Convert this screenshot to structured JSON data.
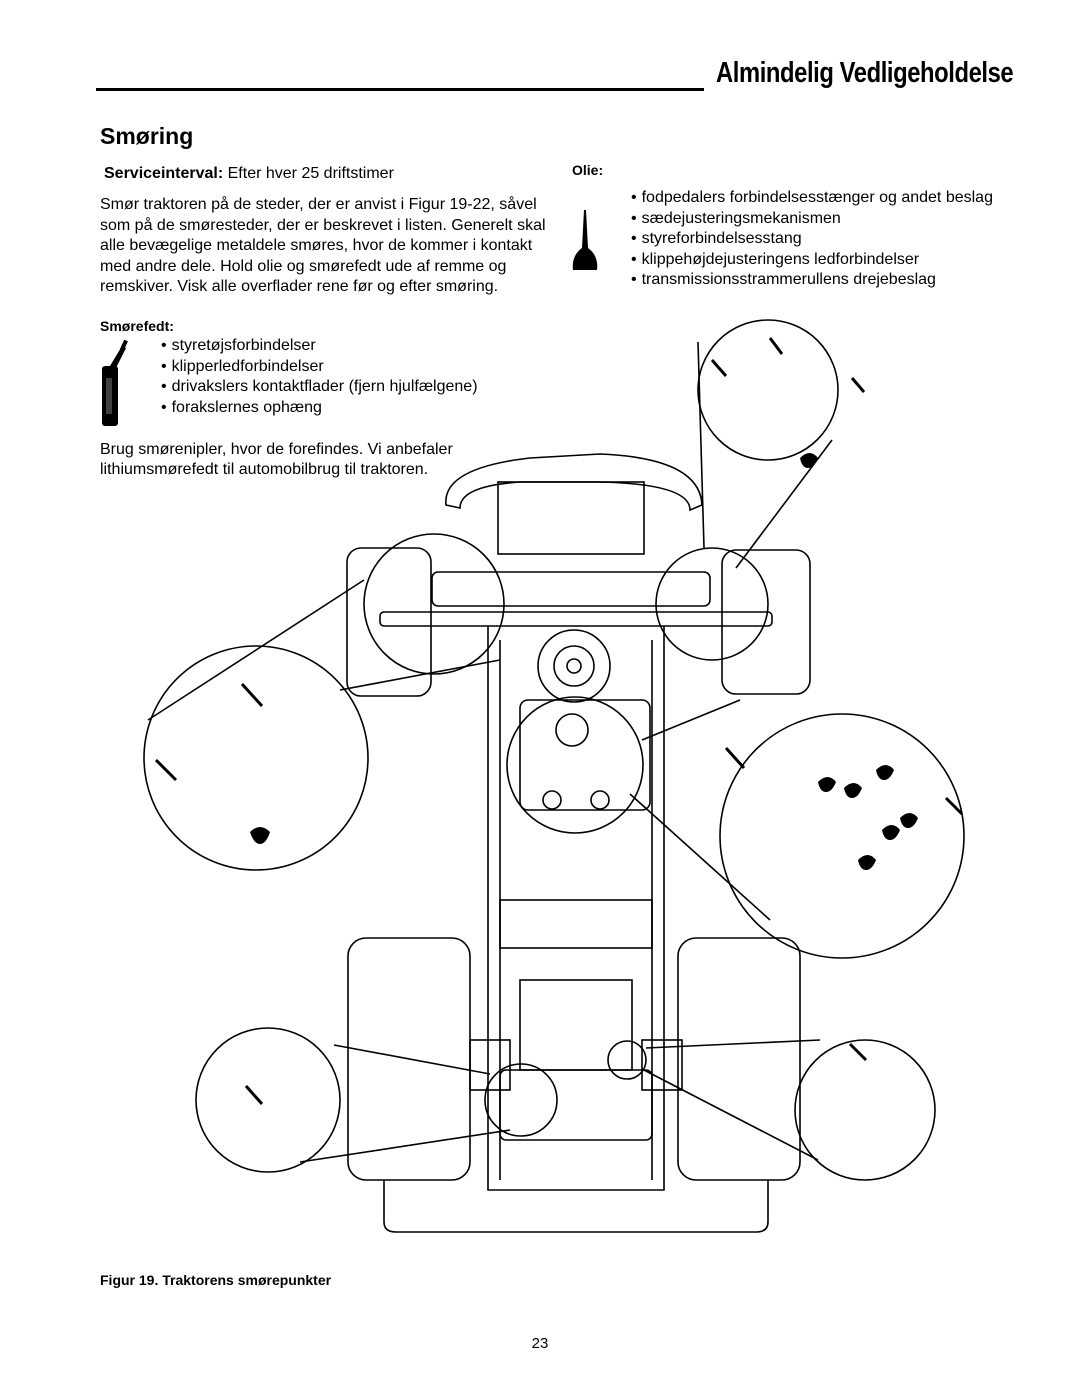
{
  "header": {
    "title": "Almindelig Vedligeholdelse"
  },
  "section": {
    "title": "Smøring",
    "service_label": "Serviceinterval:",
    "service_value": " Efter hver 25 driftstimer",
    "intro": "Smør traktoren på de steder, der er anvist i Figur 19-22, såvel som på de smøresteder, der er beskrevet i listen. Generelt skal alle bevægelige metaldele smøres, hvor de kommer i kontakt med andre dele.  Hold olie og smørefedt ude af remme og remskiver.  Visk alle overflader rene før og efter smøring.",
    "grease_title": "Smørefedt:",
    "grease_items": [
      "styretøjsforbindelser",
      "klipperledforbindelser",
      "drivakslers kontaktflader (fjern hjulfælgene)",
      "forakslernes ophæng"
    ],
    "usage": "Brug smørenipler, hvor de forefindes.  Vi anbefaler lithiumsmørefedt til automobilbrug til traktoren.",
    "oil_title": "Olie:",
    "oil_items": [
      "fodpedalers forbindelsesstænger og andet beslag",
      "sædejusteringsmekanismen",
      "styreforbindelsesstang",
      "klippehøjdejusteringens ledforbindelser",
      "transmissionsstrammerullens drejebeslag"
    ],
    "icons": [
      "grease-gun-icon",
      "oil-can-icon"
    ]
  },
  "figure": {
    "caption": "Figur 19. Traktorens smørepunkter"
  },
  "page_number": "23"
}
